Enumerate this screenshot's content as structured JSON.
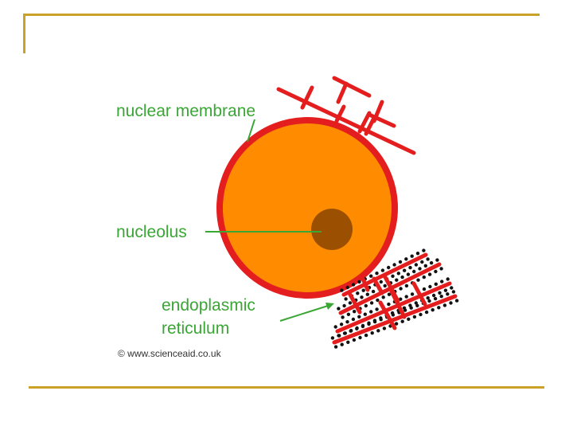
{
  "labels": {
    "nuclear_membrane": "nuclear membrane",
    "nucleolus": "nucleolus",
    "er_line1": "endoplasmic",
    "er_line2": "reticulum"
  },
  "credit": "© www.scienceaid.co.uk",
  "colors": {
    "frame": "#c9a227",
    "nucleus_fill": "#ff8c00",
    "membrane": "#e41e1e",
    "nucleolus": "#9b4f00",
    "label": "#3aa635",
    "ribosome": "#111111"
  }
}
